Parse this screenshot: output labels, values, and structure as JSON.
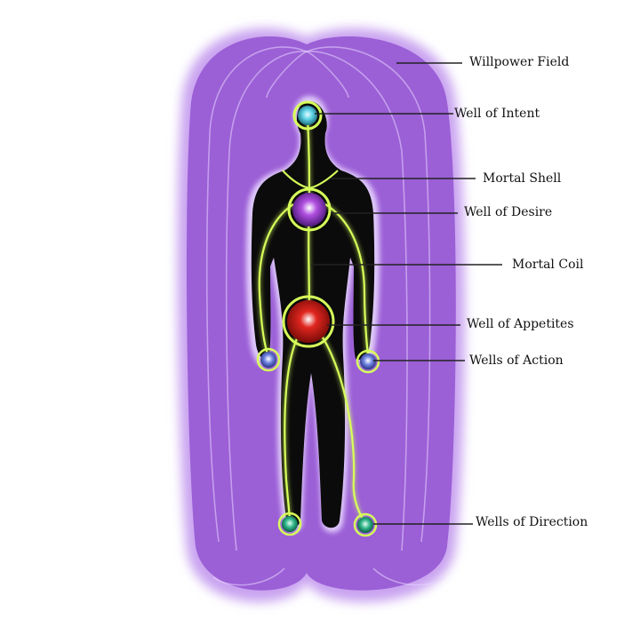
{
  "colors": {
    "field": "#9b5fd6",
    "field_edge": "#c9a3f0",
    "body": "#0b0b0b",
    "coil": "#d7ff5a",
    "intent": "#5fd3e6",
    "desire": "#b04fe0",
    "appetites": "#e0261f",
    "action": "#6b7fe0",
    "direction": "#2fb58a",
    "leader": "#222222"
  },
  "labels": [
    {
      "id": "willpower-field",
      "text": "Willpower Field"
    },
    {
      "id": "well-of-intent",
      "text": "Well of Intent"
    },
    {
      "id": "mortal-shell",
      "text": "Mortal Shell"
    },
    {
      "id": "well-of-desire",
      "text": "Well of Desire"
    },
    {
      "id": "mortal-coil",
      "text": "Mortal Coil"
    },
    {
      "id": "well-of-appetites",
      "text": "Well of Appetites"
    },
    {
      "id": "wells-of-action",
      "text": "Wells of Action"
    },
    {
      "id": "wells-of-direction",
      "text": "Wells of Direction"
    }
  ]
}
